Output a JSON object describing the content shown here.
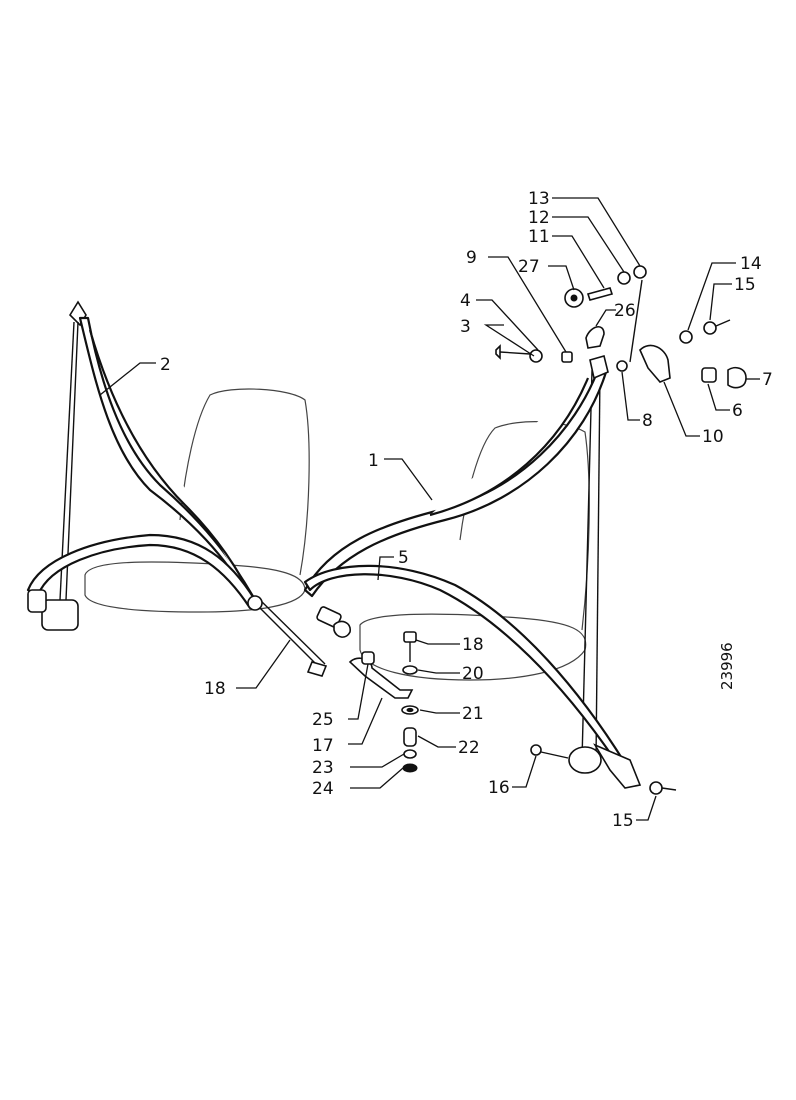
{
  "figure_ref": "23996",
  "callouts": [
    {
      "id": "c1",
      "text": "1"
    },
    {
      "id": "c2",
      "text": "2"
    },
    {
      "id": "c3",
      "text": "3"
    },
    {
      "id": "c4",
      "text": "4"
    },
    {
      "id": "c5",
      "text": "5"
    },
    {
      "id": "c6",
      "text": "6"
    },
    {
      "id": "c7",
      "text": "7"
    },
    {
      "id": "c8",
      "text": "8"
    },
    {
      "id": "c9",
      "text": "9"
    },
    {
      "id": "c10",
      "text": "10"
    },
    {
      "id": "c11",
      "text": "11"
    },
    {
      "id": "c12",
      "text": "12"
    },
    {
      "id": "c13",
      "text": "13"
    },
    {
      "id": "c14",
      "text": "14"
    },
    {
      "id": "c15a",
      "text": "15"
    },
    {
      "id": "c15b",
      "text": "15"
    },
    {
      "id": "c16",
      "text": "16"
    },
    {
      "id": "c17",
      "text": "17"
    },
    {
      "id": "c18a",
      "text": "18"
    },
    {
      "id": "c18b",
      "text": "18"
    },
    {
      "id": "c20",
      "text": "20"
    },
    {
      "id": "c21",
      "text": "21"
    },
    {
      "id": "c22",
      "text": "22"
    },
    {
      "id": "c23",
      "text": "23"
    },
    {
      "id": "c24",
      "text": "24"
    },
    {
      "id": "c25",
      "text": "25"
    },
    {
      "id": "c26",
      "text": "26"
    },
    {
      "id": "c27",
      "text": "27"
    }
  ]
}
